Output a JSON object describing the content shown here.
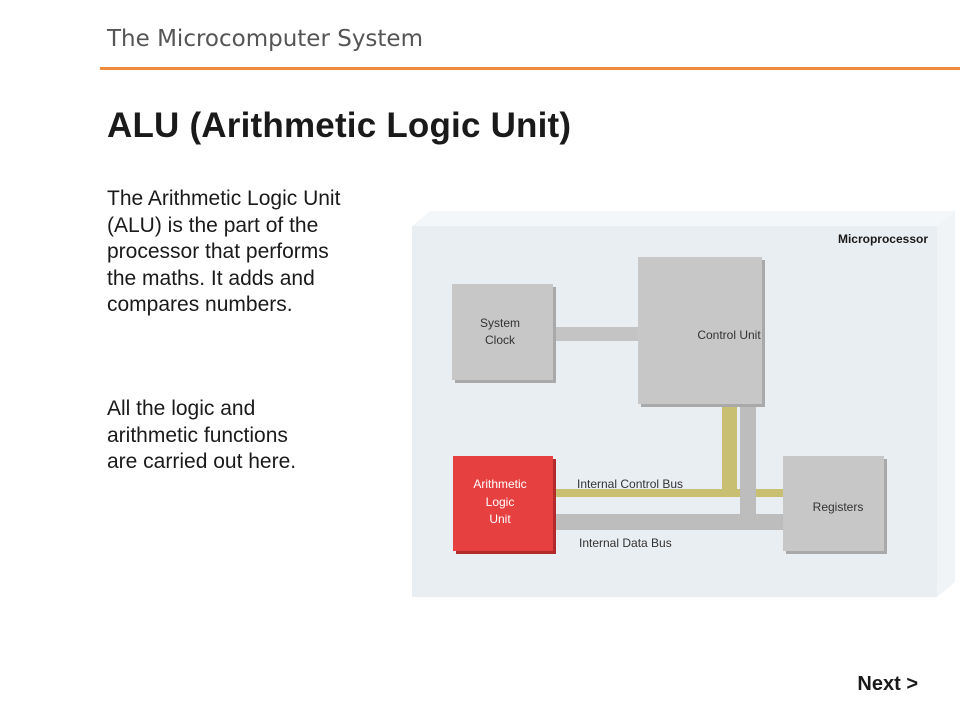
{
  "header": {
    "title": "The Microcomputer System"
  },
  "slide": {
    "title": "ALU (Arithmetic Logic Unit)",
    "paragraph1": [
      "The Arithmetic Logic Unit",
      "(ALU) is the part of the",
      "processor that performs",
      "the maths. It adds and",
      "compares numbers."
    ],
    "paragraph2": [
      "All the logic and",
      "arithmetic functions",
      "are carried out here."
    ]
  },
  "diagram": {
    "container_label": "Microprocessor",
    "system_clock": [
      "System",
      "Clock"
    ],
    "control_unit": "Control Unit",
    "alu": [
      "Arithmetic",
      "Logic",
      "Unit"
    ],
    "registers": "Registers",
    "control_bus": "Internal Control Bus",
    "data_bus": "Internal Data Bus",
    "colors": {
      "board": "#e9eef2",
      "block": "#c4c4c4",
      "alu": "#e64040",
      "control_bus": "#c9bf72",
      "data_bus": "#bdbdbd"
    }
  },
  "navigation": {
    "next_label": "Next >"
  }
}
